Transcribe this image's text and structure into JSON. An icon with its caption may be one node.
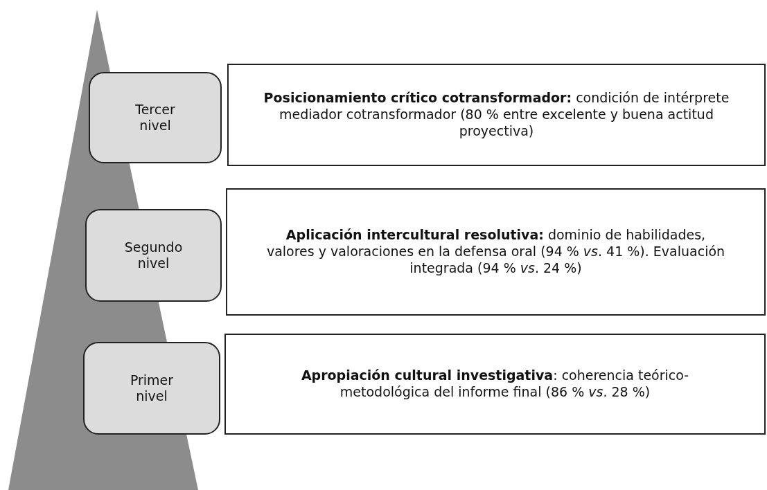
{
  "diagram": {
    "nodes": [
      {
        "text": [
          "Tercer nivel"
        ]
      },
      {
        "text": [
          "**Posicionamiento crítico cotransformador:** condición de intérprete mediador cotransformador (80 % entre excelente y buena actitud proyectiva)"
        ]
      },
      {
        "text": [
          "Segundo nivel"
        ]
      },
      {
        "text": [
          "**Aplicación intercultural resolutiva:** dominio de habilidades, valores y valoraciones en la defensa oral (94 % *vs*. 41 %). Evaluación integrada (94 % *vs*. 24 %)"
        ]
      },
      {
        "text": [
          "Primer nivel"
        ]
      },
      {
        "text": [
          "**Apropiación cultural investigativa**: coherencia teórico-metodológica del informe final (86 % *vs*. 28 %)"
        ]
      }
    ]
  }
}
